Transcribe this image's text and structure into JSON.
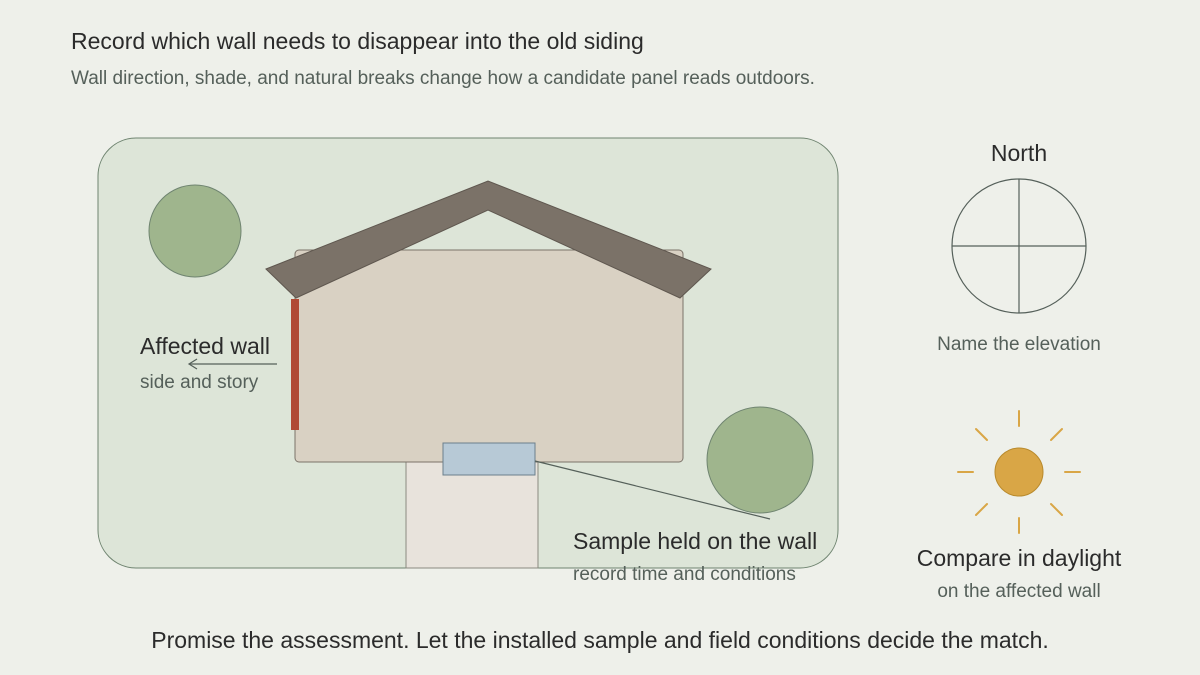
{
  "header": {
    "title": "Record which wall needs to disappear into the old siding",
    "subtitle": "Wall direction, shade, and natural breaks change how a candidate panel reads outdoors."
  },
  "callouts": {
    "affected_wall": {
      "label": "Affected wall",
      "sublabel": "side and story"
    },
    "sample": {
      "label": "Sample held on the wall",
      "sublabel": "record time and conditions"
    }
  },
  "compass": {
    "label": "North",
    "caption": "Name the elevation"
  },
  "daylight": {
    "label": "Compare in daylight",
    "sublabel": "on the affected wall"
  },
  "footer": {
    "note": "Promise the assessment. Let the installed sample and field conditions decide the match."
  },
  "icons": [
    "compass-icon",
    "sun-icon",
    "tree-icon"
  ],
  "colors": {
    "background": "#eef0ea",
    "yard": "#dde5d8",
    "tree": "#9fb58d",
    "house": "#d9d1c3",
    "roof": "#7b7268",
    "affected_wall": "#b04a34",
    "sample_panel": "#b7c9d6",
    "path": "#e8e3dc",
    "sun": "#d9a646"
  }
}
